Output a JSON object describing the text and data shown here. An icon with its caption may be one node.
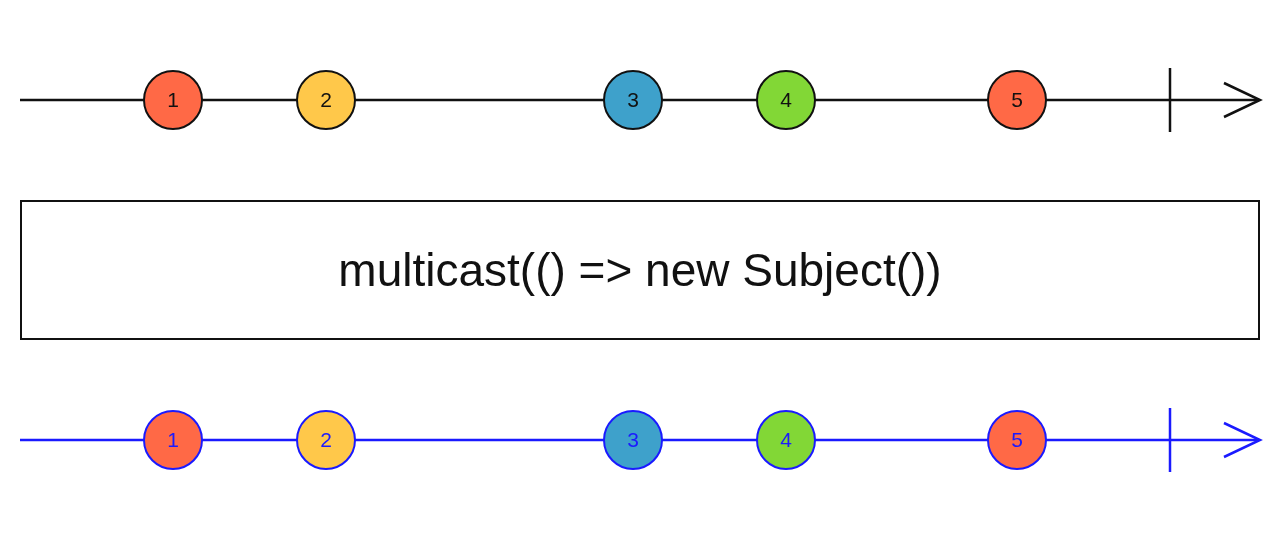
{
  "diagram": {
    "nodes": [
      {
        "text": [
          "1"
        ]
      },
      {
        "text": [
          "2"
        ]
      },
      {
        "text": [
          "3"
        ]
      },
      {
        "text": [
          "4"
        ]
      },
      {
        "text": [
          "5"
        ]
      },
      {
        "text": [
          "multicast(() => new Subject())"
        ]
      },
      {
        "text": [
          "1"
        ]
      },
      {
        "text": [
          "2"
        ]
      },
      {
        "text": [
          "3"
        ]
      },
      {
        "text": [
          "4"
        ]
      },
      {
        "text": [
          "5"
        ]
      }
    ]
  }
}
